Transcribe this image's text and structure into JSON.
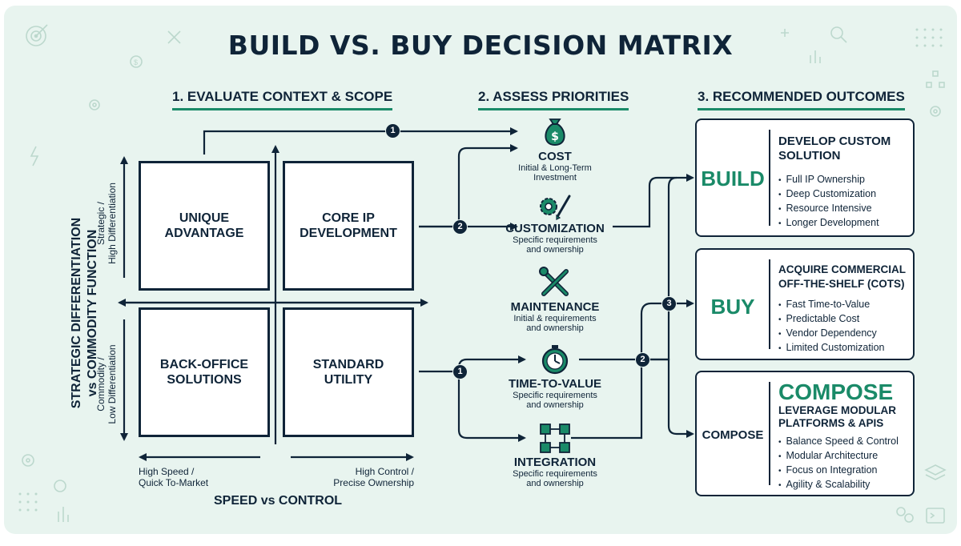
{
  "title": "BUILD VS. BUY DECISION MATRIX",
  "sections": {
    "evaluate": "1. EVALUATE CONTEXT & SCOPE",
    "assess": "2. ASSESS PRIORITIES",
    "outcomes": "3. RECOMMENDED OUTCOMES"
  },
  "matrix": {
    "quadrants": {
      "top_left": [
        "UNIQUE",
        "ADVANTAGE"
      ],
      "top_right": [
        "CORE IP",
        "DEVELOPMENT"
      ],
      "bottom_left": [
        "BACK-OFFICE",
        "SOLUTIONS"
      ],
      "bottom_right": [
        "STANDARD",
        "UTILITY"
      ]
    },
    "vertical_axis_title": [
      "STRATEGIC DIFFERENTIATION",
      "vs COMMODITY FUNCTION"
    ],
    "top_axis_label": [
      "Strategic /",
      "High Differentiation"
    ],
    "bottom_axis_label": [
      "Commodity /",
      "Low Differentiation"
    ],
    "left_x_label": [
      "High Speed /",
      "Quick To-Market"
    ],
    "right_x_label": [
      "High Control /",
      "Precise Ownership"
    ],
    "x_axis_title": "SPEED vs CONTROL"
  },
  "priorities": [
    {
      "name": "COST",
      "sub": [
        "Initial & Long-Term",
        "Investment"
      ],
      "icon": "money-bag-icon"
    },
    {
      "name": "CUSTOMIZATION",
      "sub": [
        "Specific requirements",
        "and ownership"
      ],
      "icon": "gear-brush-icon"
    },
    {
      "name": "MAINTENANCE",
      "sub": [
        "Initial & requirements",
        "and ownership"
      ],
      "icon": "wrench-screwdriver-icon"
    },
    {
      "name": "TIME-TO-VALUE",
      "sub": [
        "Specific requirements",
        "and ownership"
      ],
      "icon": "stopwatch-icon"
    },
    {
      "name": "INTEGRATION",
      "sub": [
        "Specific requirements",
        "and ownership"
      ],
      "icon": "network-nodes-icon"
    }
  ],
  "outcomes": [
    {
      "label": "BUILD",
      "heading": [
        "DEVELOP CUSTOM",
        "SOLUTION"
      ],
      "points": [
        "Full IP Ownership",
        "Deep Customization",
        "Resource Intensive",
        "Longer Development"
      ]
    },
    {
      "label": "BUY",
      "heading": [
        "ACQUIRE COMMERCIAL",
        "OFF-THE-SHELF (COTS)"
      ],
      "points": [
        "Fast Time-to-Value",
        "Predictable Cost",
        "Vendor Dependency",
        "Limited Customization"
      ]
    },
    {
      "label": "COMPOSE",
      "big": "COMPOSE",
      "heading": [
        "LEVERAGE MODULAR",
        "PLATFORMS & APIS"
      ],
      "points": [
        "Balance Speed & Control",
        "Modular Architecture",
        "Focus on Integration",
        "Agility & Scalability"
      ]
    }
  ],
  "badges": {
    "one": "1",
    "two": "2",
    "three": "3"
  },
  "colors": {
    "navy": "#0f2438",
    "green": "#1a8a68",
    "background": "#e8f4ef"
  }
}
